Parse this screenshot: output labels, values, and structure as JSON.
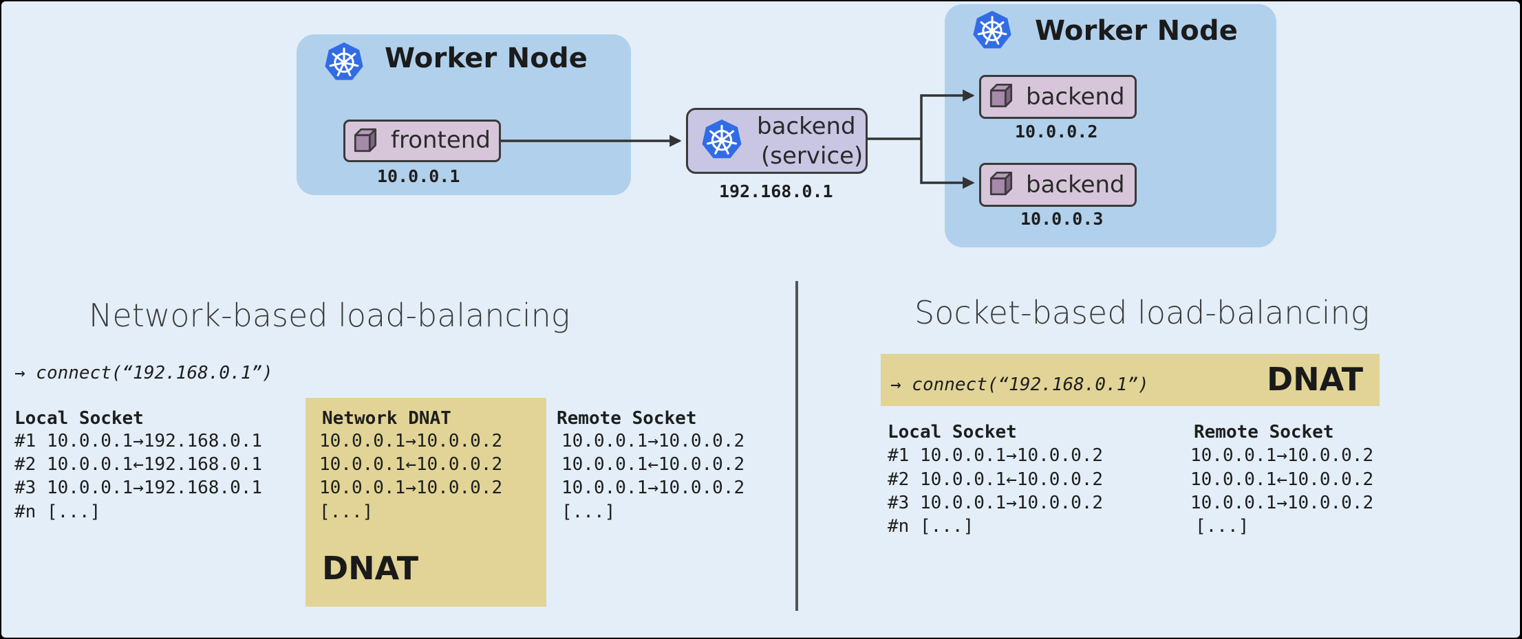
{
  "topology": {
    "left_node": {
      "title": "Worker Node"
    },
    "right_node": {
      "title": "Worker Node"
    },
    "frontend": {
      "label": "frontend",
      "ip": "10.0.0.1"
    },
    "service": {
      "label_line1": "backend",
      "label_line2": "(service)",
      "ip": "192.168.0.1"
    },
    "backend_1": {
      "label": "backend",
      "ip": "10.0.0.2"
    },
    "backend_2": {
      "label": "backend",
      "ip": "10.0.0.3"
    }
  },
  "network_lb": {
    "heading": "Network-based load-balancing",
    "connect": "→ connect(“192.168.0.1”)",
    "local_socket": {
      "header": "Local Socket",
      "rows": [
        "#1 10.0.0.1→192.168.0.1",
        "#2 10.0.0.1←192.168.0.1",
        "#3 10.0.0.1→192.168.0.1",
        "#n [...]"
      ]
    },
    "network_dnat": {
      "header": "Network DNAT",
      "rows": [
        "10.0.0.1→10.0.0.2",
        "10.0.0.1←10.0.0.2",
        "10.0.0.1→10.0.0.2",
        "[...]"
      ],
      "label": "DNAT"
    },
    "remote_socket": {
      "header": "Remote Socket",
      "rows": [
        "10.0.0.1→10.0.0.2",
        "10.0.0.1←10.0.0.2",
        "10.0.0.1→10.0.0.2",
        "[...]"
      ]
    }
  },
  "socket_lb": {
    "heading": "Socket-based load-balancing",
    "connect": "→ connect(“192.168.0.1”)",
    "dnat_label": "DNAT",
    "local_socket": {
      "header": "Local Socket",
      "rows": [
        "#1 10.0.0.1→10.0.0.2",
        "#2 10.0.0.1←10.0.0.2",
        "#3 10.0.0.1→10.0.0.2",
        "#n [...]"
      ]
    },
    "remote_socket": {
      "header": "Remote Socket",
      "rows": [
        "10.0.0.1→10.0.0.2",
        "10.0.0.1←10.0.0.2",
        "10.0.0.1→10.0.0.2",
        "[...]"
      ]
    }
  },
  "colors": {
    "background": "#e3eef8",
    "node": "#b1d0ec",
    "pod": "#d7c6da",
    "service": "#c9c6e4",
    "k8s_blue": "#326ce5",
    "dnat": "#e1d496"
  },
  "icons": {
    "cluster": "kubernetes-wheel-icon",
    "pod": "cube-icon"
  }
}
